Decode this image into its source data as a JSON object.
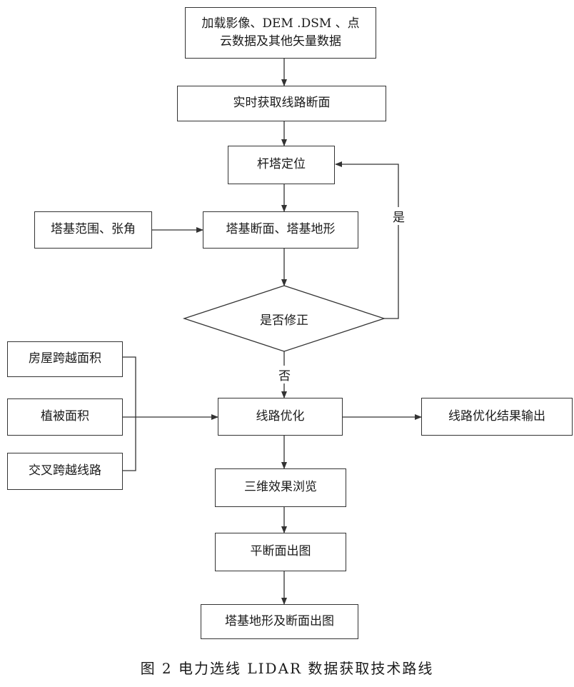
{
  "nodes": {
    "load_data_line1": "加载影像、DEM .DSM 、点",
    "load_data_line2": "云数据及其他矢量数据",
    "get_section": "实时获取线路断面",
    "tower_position": "杆塔定位",
    "tower_base_range": "塔基范围、张角",
    "tower_base_section": "塔基断面、塔基地形",
    "need_correction": "是否修正",
    "house_cross_area": "房屋跨越面积",
    "vegetation_area": "植被面积",
    "cross_line": "交叉跨越线路",
    "route_optimization": "线路优化",
    "result_output": "线路优化结果输出",
    "view_3d": "三维效果浏览",
    "plan_section_map": "平断面出图",
    "tower_terrain_map": "塔基地形及断面出图"
  },
  "edge_labels": {
    "yes": "是",
    "no": "否"
  },
  "caption": "图 2 电力选线 LIDAR 数据获取技术路线"
}
